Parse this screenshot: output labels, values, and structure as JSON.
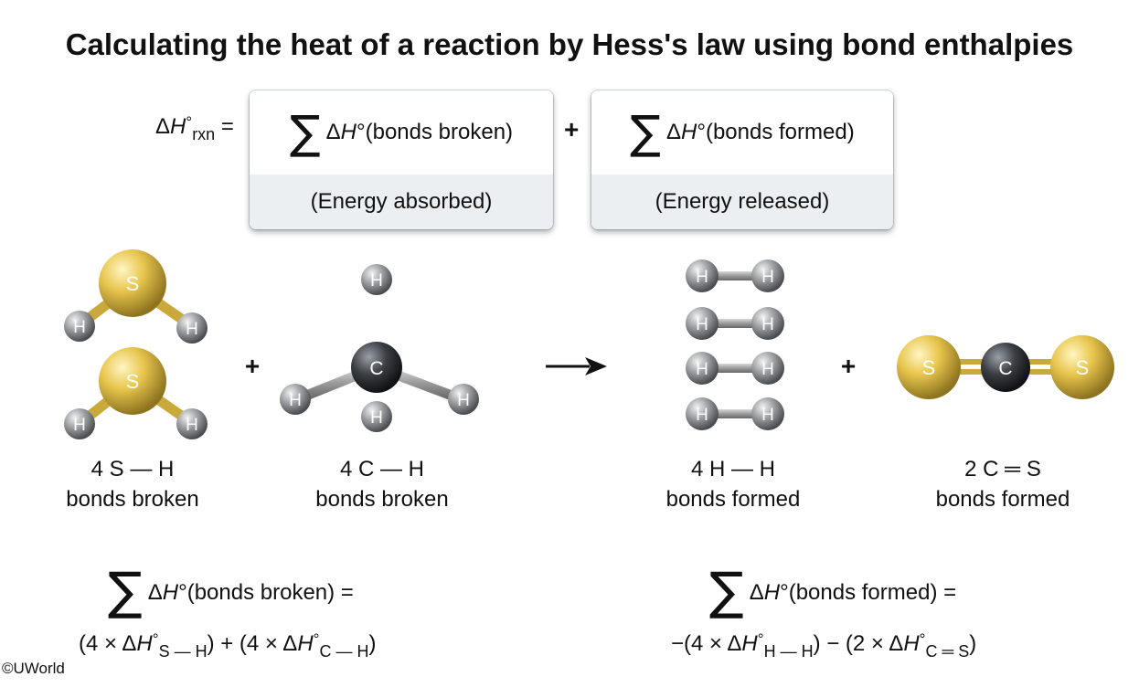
{
  "title": "Calculating the heat of a reaction by Hess's law using bond enthalpies",
  "equation": {
    "lhs_delta": "Δ",
    "lhs_H": "H",
    "lhs_degree": "°",
    "lhs_sub": "rxn",
    "equals": "=",
    "plus": "+",
    "box_broken_top": "ΔH°(bonds broken)",
    "box_broken_bottom": "(Energy absorbed)",
    "box_formed_top": "ΔH°(bonds formed)",
    "box_formed_bottom": "(Energy released)"
  },
  "reaction": {
    "plus1": "+",
    "plus2": "+",
    "arrow_icon": "right-arrow-icon",
    "atom_S": "S",
    "atom_H": "H",
    "atom_C": "C"
  },
  "labels": {
    "sh": {
      "line1": "4 S — H",
      "line2": "bonds broken"
    },
    "ch": {
      "line1": "4 C — H",
      "line2": "bonds broken"
    },
    "hh": {
      "line1": "4 H — H",
      "line2": "bonds formed"
    },
    "cs": {
      "line1": "2 C ═ S",
      "line2": "bonds formed"
    }
  },
  "sums": {
    "broken_line1": "ΔH°(bonds broken) =",
    "broken_line2": "(4 × ΔH°S — H) + (4 × ΔH°C — H)",
    "formed_line1": "ΔH°(bonds formed) =",
    "formed_line2": "−(4 × ΔH°H — H) − (2 × ΔH°C ═ S)"
  },
  "copyright": "©UWorld",
  "colors": {
    "sulfur": "#e8c64e",
    "carbon": "#3a3d42",
    "hydrogen": "#8e9094",
    "box_footer": "#eceff2"
  }
}
